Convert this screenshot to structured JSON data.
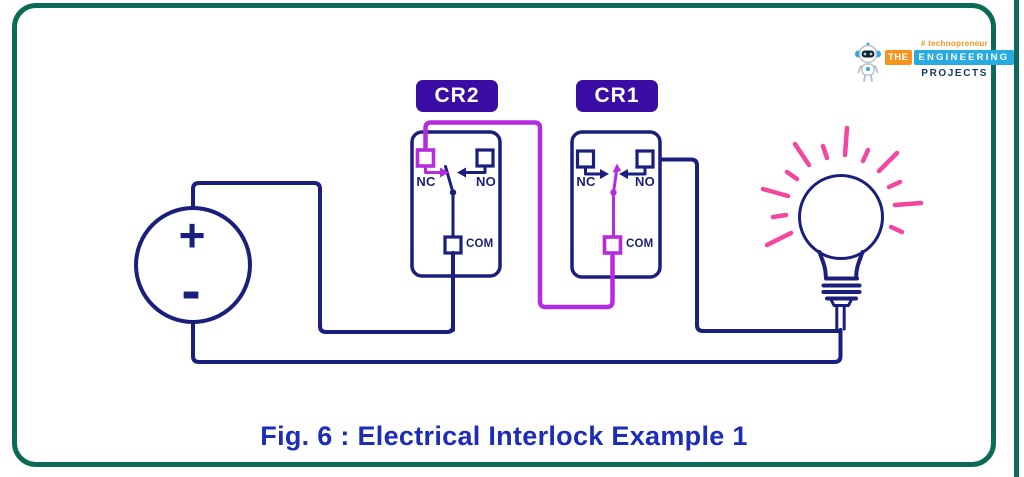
{
  "caption": "Fig. 6 : Electrical Interlock Example 1",
  "relays": [
    {
      "name": "CR2",
      "nc": "NC",
      "no": "NO",
      "com": "COM"
    },
    {
      "name": "CR1",
      "nc": "NC",
      "no": "NO",
      "com": "COM"
    }
  ],
  "power_source": {
    "positive": "+",
    "negative": "-"
  },
  "lamp": {
    "icon": "light-bulb-icon"
  },
  "logo": {
    "icon": "robot-icon",
    "tagline": "# technopreneur",
    "word_the": "THE",
    "word_engineering": "ENGINEERING",
    "word_projects": "PROJECTS"
  },
  "colors": {
    "wire": "#1a1f7d",
    "energized_wire": "#b52ce0",
    "relay_label_bg": "#3b0ca3",
    "relay_label_text": "#ffffff",
    "caption_text": "#1d2db8",
    "frame": "#0d6a58",
    "glow": "#f4459f",
    "logo_orange": "#f7941e",
    "logo_blue": "#29abe2",
    "logo_dark": "#123a5e"
  }
}
